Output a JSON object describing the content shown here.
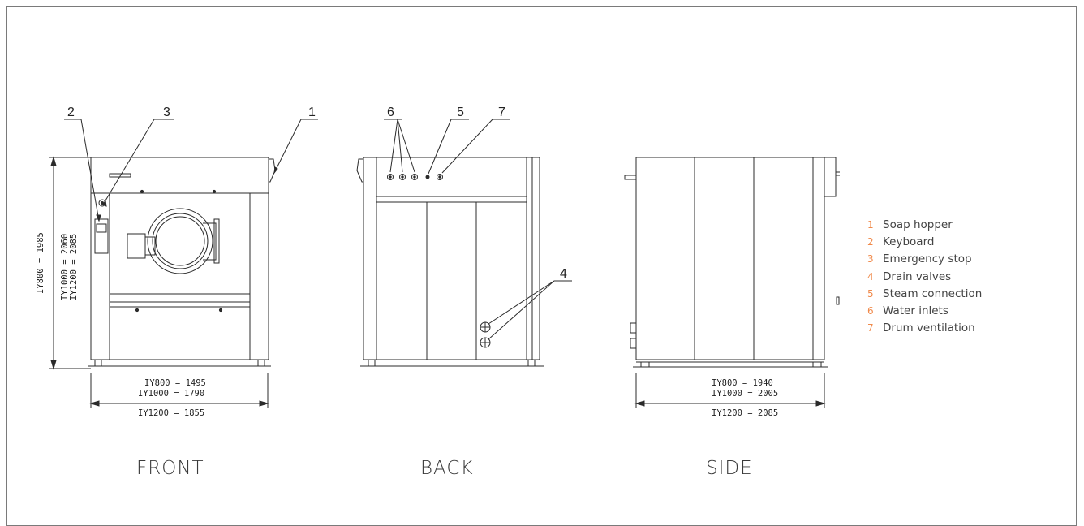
{
  "views": {
    "front": "FRONT",
    "back": "BACK",
    "side": "SIDE"
  },
  "callouts": {
    "front": [
      "2",
      "3",
      "1"
    ],
    "back": [
      "6",
      "5",
      "7",
      "4"
    ]
  },
  "dimensions": {
    "front_height": [
      "IY800  = 1985",
      "IY1000 = 2060",
      "IY1200 = 2085"
    ],
    "front_width": [
      "IY800  = 1495",
      "IY1000 = 1790",
      "IY1200 = 1855"
    ],
    "side_width": [
      "IY800  = 1940",
      "IY1000 = 2005",
      "IY1200 = 2085"
    ]
  },
  "legend": [
    {
      "num": "1",
      "label": "Soap hopper"
    },
    {
      "num": "2",
      "label": "Keyboard"
    },
    {
      "num": "3",
      "label": "Emergency stop"
    },
    {
      "num": "4",
      "label": "Drain valves"
    },
    {
      "num": "5",
      "label": "Steam connection"
    },
    {
      "num": "6",
      "label": "Water inlets"
    },
    {
      "num": "7",
      "label": "Drum ventilation"
    }
  ],
  "colors": {
    "line": "#2b2b2b",
    "legend_number": "#f08a4b",
    "legend_text": "#444444"
  }
}
